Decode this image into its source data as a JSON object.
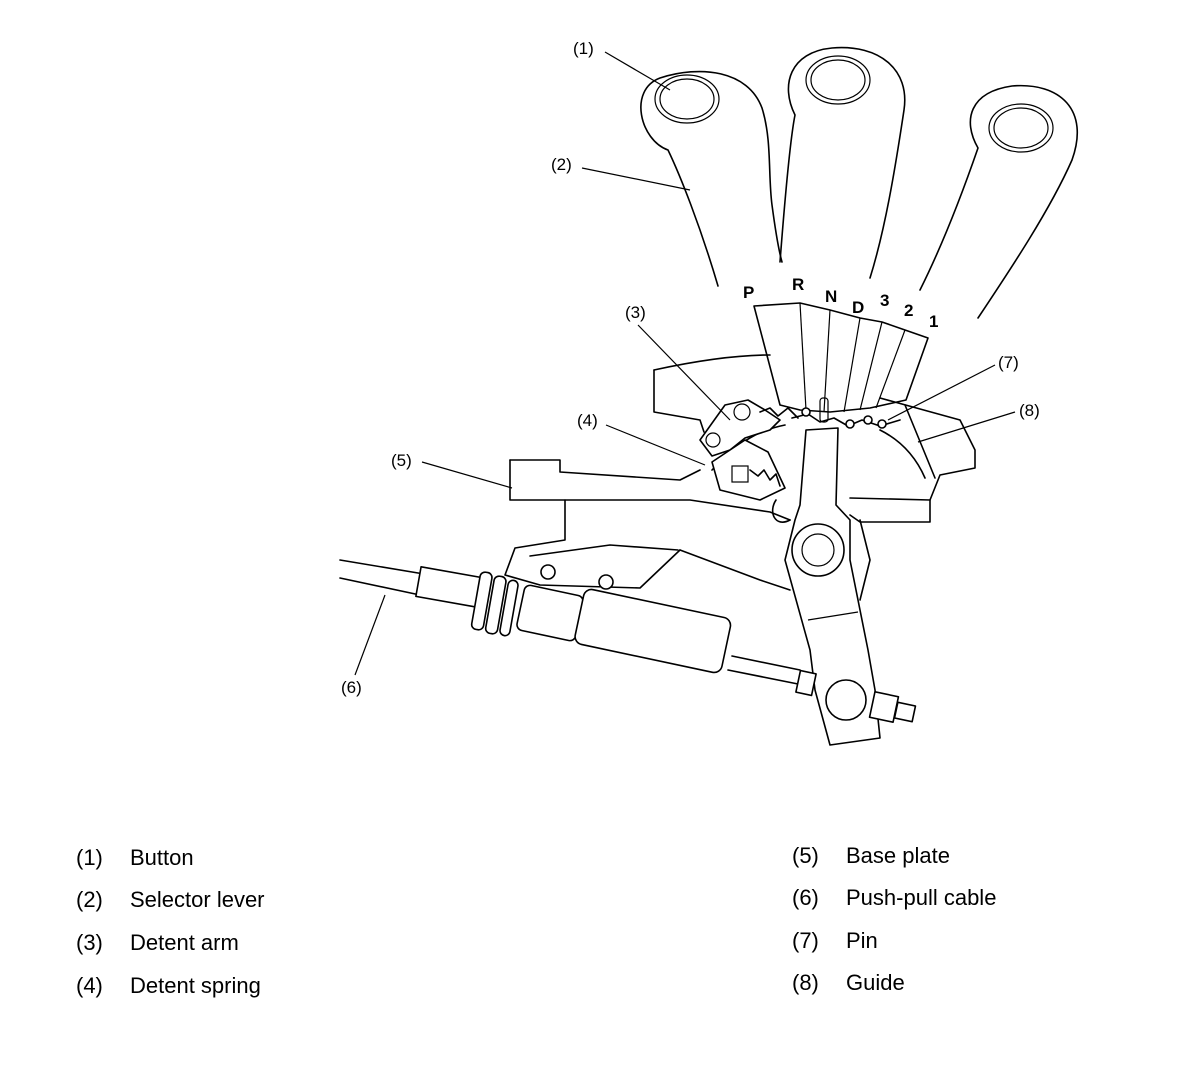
{
  "diagram": {
    "gear_positions": [
      "P",
      "R",
      "N",
      "D",
      "3",
      "2",
      "1"
    ],
    "callouts": {
      "c1": "(1)",
      "c2": "(2)",
      "c3": "(3)",
      "c4": "(4)",
      "c5": "(5)",
      "c6": "(6)",
      "c7": "(7)",
      "c8": "(8)"
    }
  },
  "legend": {
    "left": [
      {
        "num": "(1)",
        "name": "Button"
      },
      {
        "num": "(2)",
        "name": "Selector lever"
      },
      {
        "num": "(3)",
        "name": "Detent arm"
      },
      {
        "num": "(4)",
        "name": "Detent spring"
      }
    ],
    "right": [
      {
        "num": "(5)",
        "name": "Base plate"
      },
      {
        "num": "(6)",
        "name": "Push-pull cable"
      },
      {
        "num": "(7)",
        "name": "Pin"
      },
      {
        "num": "(8)",
        "name": "Guide"
      }
    ]
  }
}
